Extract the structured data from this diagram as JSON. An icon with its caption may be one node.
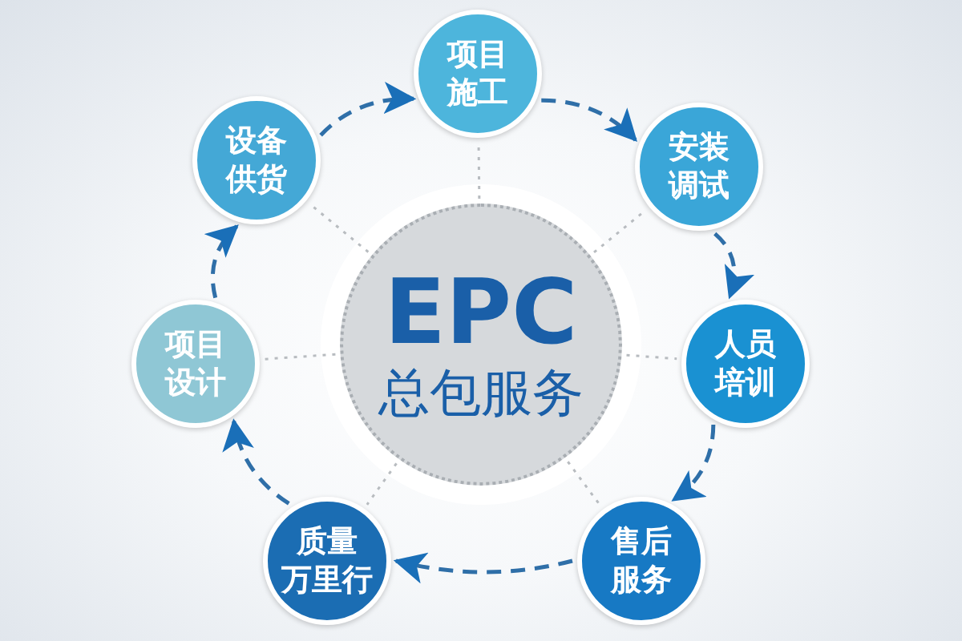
{
  "diagram": {
    "nodes": [
      {
        "text": [
          "EPC",
          "总包服务"
        ]
      },
      {
        "text": [
          "项目施工"
        ]
      },
      {
        "text": [
          "安装调试"
        ]
      },
      {
        "text": [
          "人员培训"
        ]
      },
      {
        "text": [
          "售后服务"
        ]
      },
      {
        "text": [
          "质量万里行"
        ]
      },
      {
        "text": [
          "项目设计"
        ]
      },
      {
        "text": [
          "设备供货"
        ]
      }
    ],
    "edges": [
      {
        "from": 1,
        "to": 2,
        "arrow": "to",
        "style": "dashed"
      },
      {
        "from": 2,
        "to": 3,
        "arrow": "to",
        "style": "dashed"
      },
      {
        "from": 3,
        "to": 4,
        "arrow": "to",
        "style": "dashed"
      },
      {
        "from": 4,
        "to": 5,
        "arrow": "to",
        "style": "dashed"
      },
      {
        "from": 5,
        "to": 6,
        "arrow": "to",
        "style": "dashed"
      },
      {
        "from": 6,
        "to": 7,
        "arrow": "to",
        "style": "dashed"
      },
      {
        "from": 7,
        "to": 1,
        "arrow": "to",
        "style": "dashed"
      },
      {
        "from": 0,
        "to": 1,
        "arrow": "none",
        "style": "dashed",
        "color": "#b8bcc0"
      },
      {
        "from": 0,
        "to": 2,
        "arrow": "none",
        "style": "dashed",
        "color": "#b8bcc0"
      },
      {
        "from": 0,
        "to": 3,
        "arrow": "none",
        "style": "dashed",
        "color": "#b8bcc0"
      },
      {
        "from": 0,
        "to": 4,
        "arrow": "none",
        "style": "dashed",
        "color": "#b8bcc0"
      },
      {
        "from": 0,
        "to": 5,
        "arrow": "none",
        "style": "dashed",
        "color": "#b8bcc0"
      },
      {
        "from": 0,
        "to": 6,
        "arrow": "none",
        "style": "dashed",
        "color": "#b8bcc0"
      },
      {
        "from": 0,
        "to": 7,
        "arrow": "none",
        "style": "dashed",
        "color": "#b8bcc0"
      }
    ]
  }
}
